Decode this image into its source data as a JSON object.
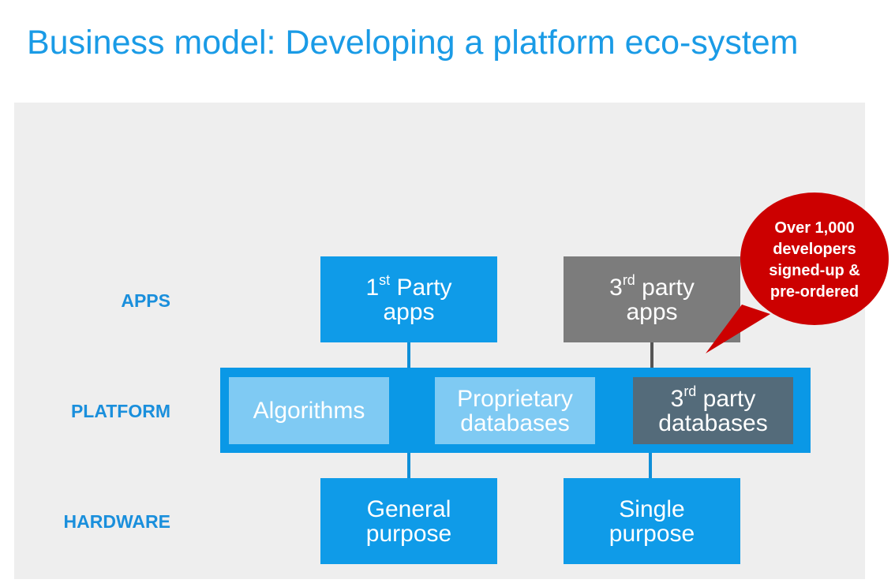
{
  "title": "Business model: Developing a platform eco-system",
  "rows": {
    "apps": "APPS",
    "platform": "PLATFORM",
    "hardware": "HARDWARE"
  },
  "apps": {
    "first_party": {
      "num": "1",
      "sup": "st",
      "rest": " Party",
      "line2": "apps"
    },
    "third_party": {
      "num": "3",
      "sup": "rd",
      "rest": " party",
      "line2": "apps"
    }
  },
  "platform": {
    "algorithms": "Algorithms",
    "proprietary": {
      "line1": "Proprietary",
      "line2": "databases"
    },
    "third_party_db": {
      "num": "3",
      "sup": "rd",
      "rest": " party",
      "line2": "databases"
    }
  },
  "hardware": {
    "general": {
      "line1": "General",
      "line2": "purpose"
    },
    "single": {
      "line1": "Single",
      "line2": "purpose"
    }
  },
  "callout": {
    "lines": [
      "Over 1,000",
      "developers",
      "signed-up &",
      "pre-ordered"
    ]
  },
  "colors": {
    "title": "#1a9be6",
    "blue_box": "#0f9be8",
    "platform_bar": "#0a98e6",
    "light_box": "#7fcaf3",
    "grey_box": "#7c7c7c",
    "dark_box": "#546b7a",
    "callout": "#cc0000",
    "connector_blue": "#0f8fd8",
    "connector_grey": "#555555"
  }
}
